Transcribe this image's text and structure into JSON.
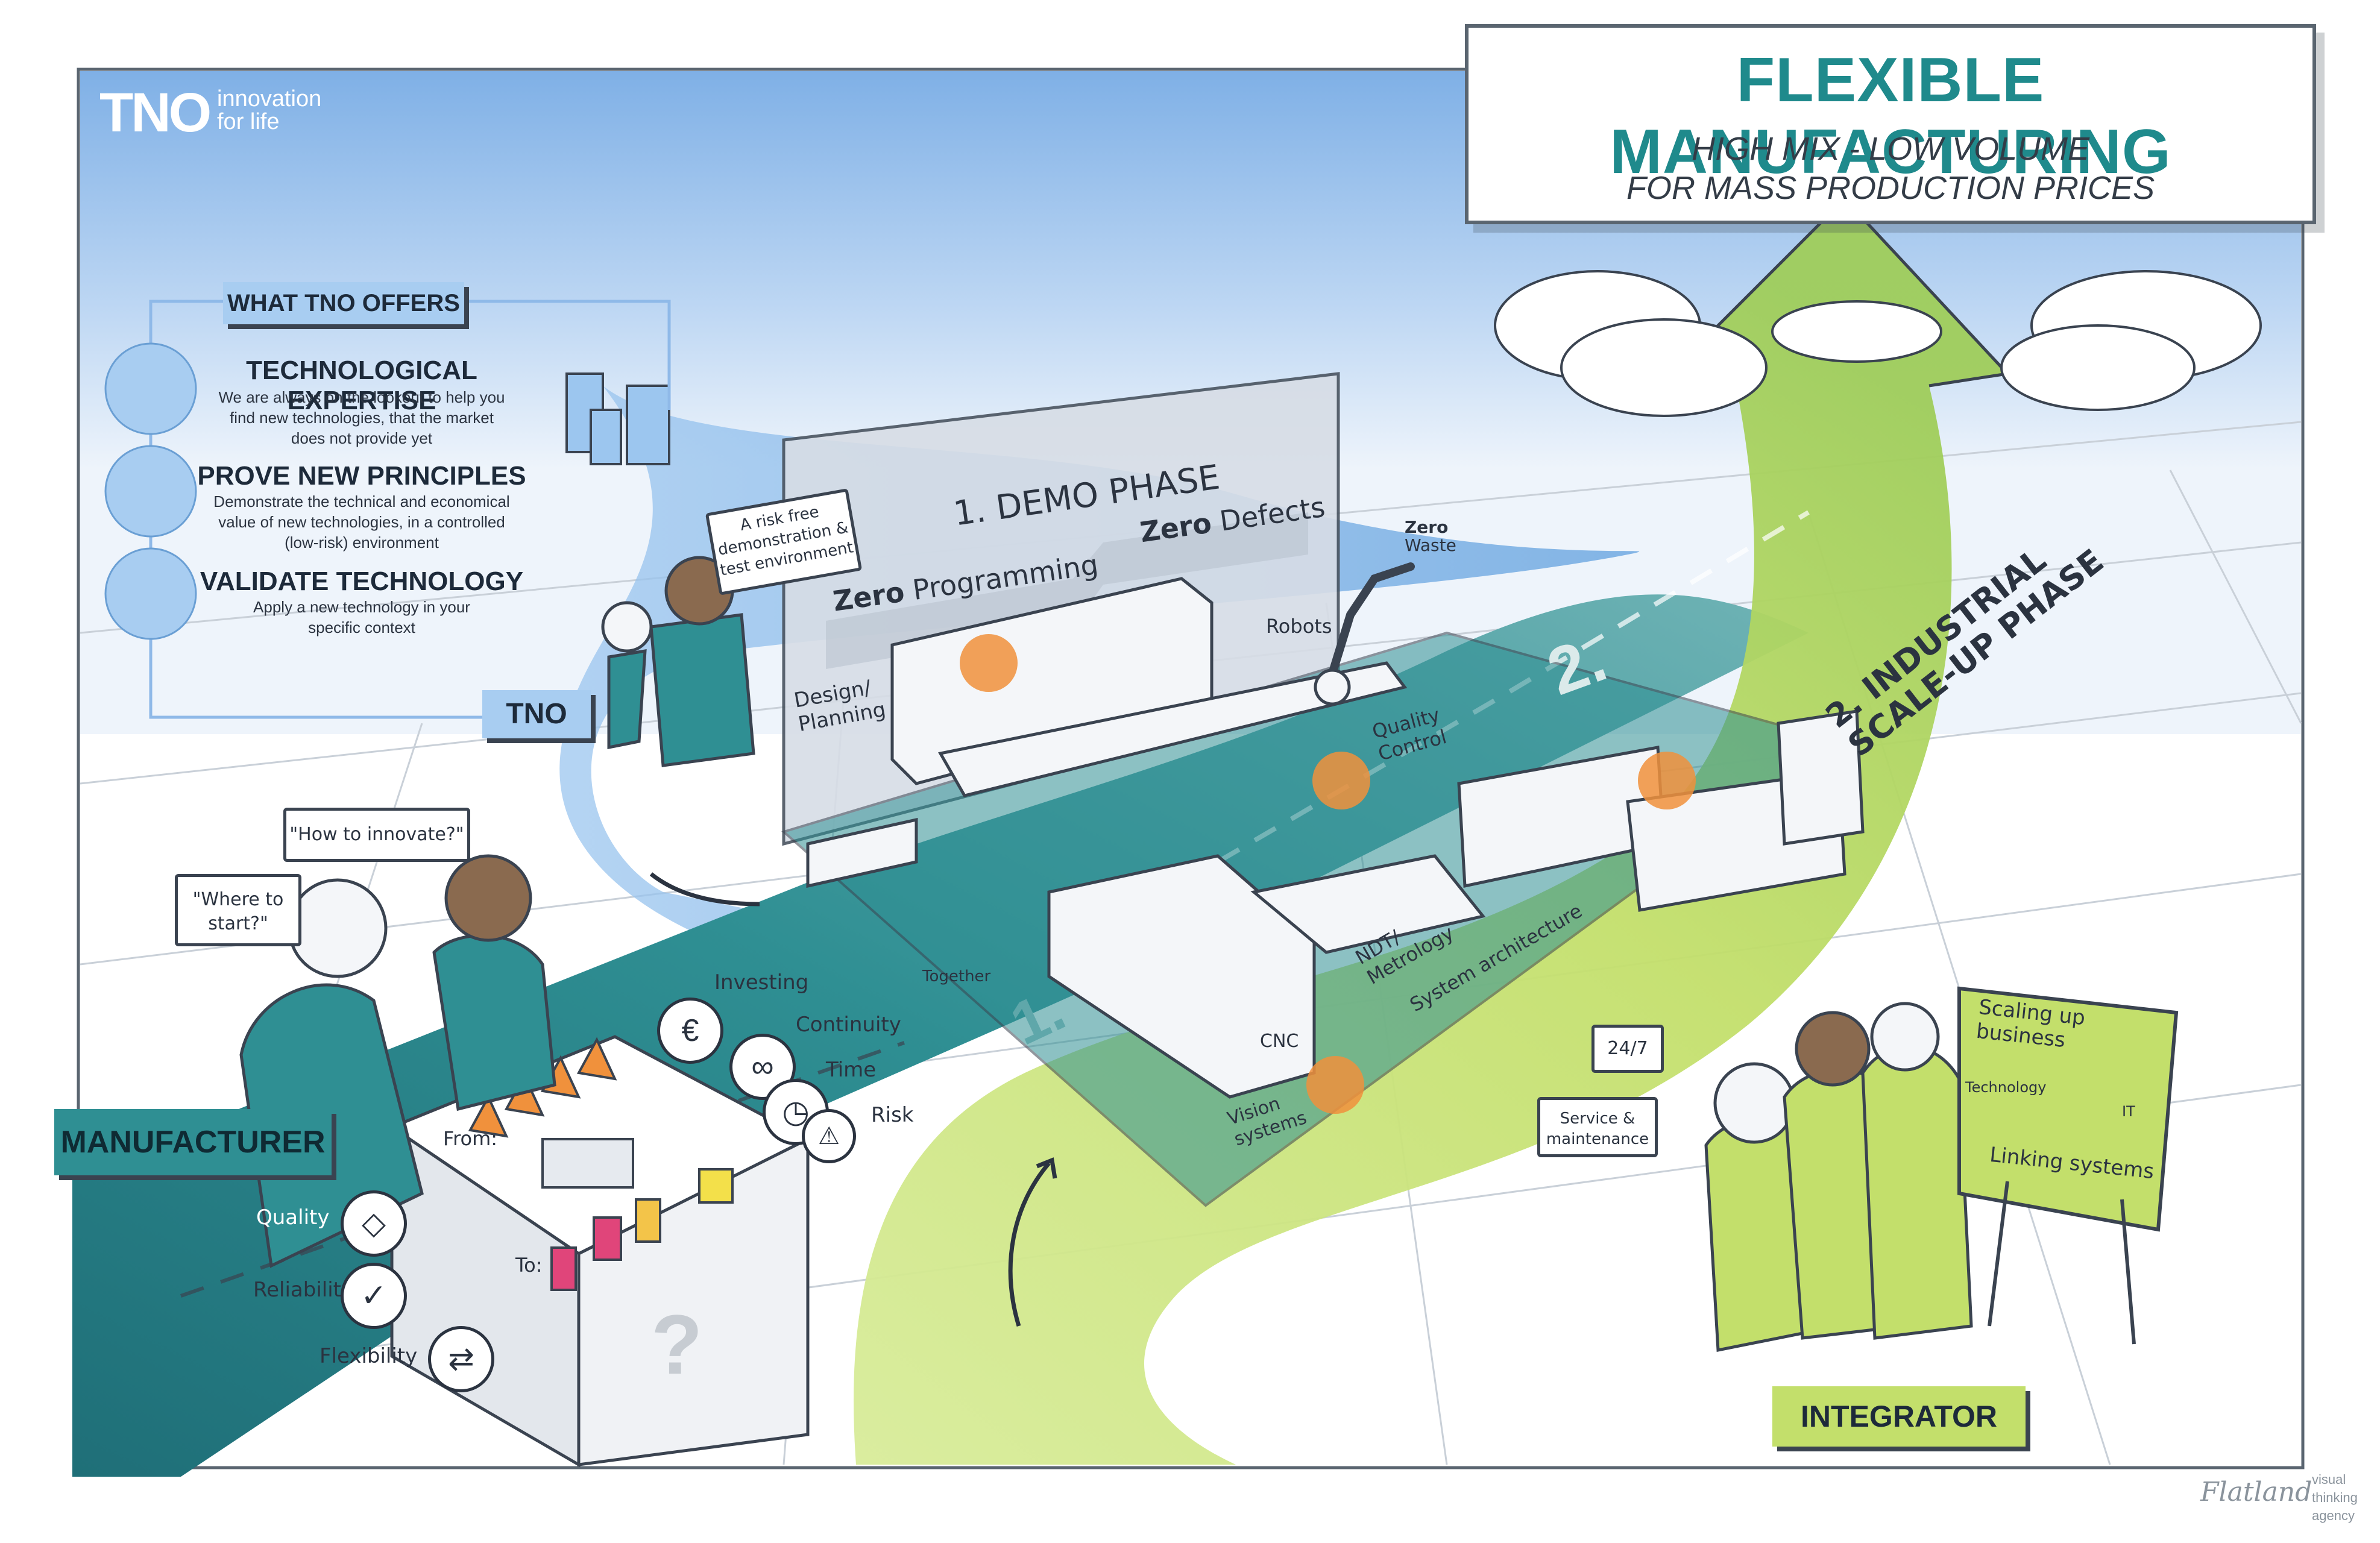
{
  "logo": {
    "brand": "TNO",
    "tagline_line1": "innovation",
    "tagline_line2": "for life"
  },
  "title": {
    "main": "FLEXIBLE MANUFACTURING",
    "line1": "HIGH MIX - LOW VOLUME",
    "line2": "FOR MASS PRODUCTION PRICES"
  },
  "offers": {
    "heading": "WHAT TNO OFFERS",
    "items": [
      {
        "title": "TECHNOLOGICAL EXPERTISE",
        "lines": [
          "We are always on the lookout to help you",
          "find new technologies, that the market",
          "does not provide yet"
        ]
      },
      {
        "title": "PROVE NEW PRINCIPLES",
        "lines": [
          "Demonstrate the technical and economical",
          "value of new technologies, in a controlled",
          "(low-risk) environment"
        ]
      },
      {
        "title": "VALIDATE TECHNOLOGY",
        "lines": [
          "Apply a new technology in your",
          "specific context"
        ]
      }
    ]
  },
  "actors": {
    "tno": "TNO",
    "manufacturer": "MANUFACTURER",
    "integrator": "INTEGRATOR"
  },
  "demo": {
    "phase": "1. DEMO PHASE",
    "zero_programming_bold": "Zero",
    "zero_programming_rest": "Programming",
    "zero_defects_bold": "Zero",
    "zero_defects_rest": "Defects",
    "risk_note": [
      "A risk free",
      "demonstration &",
      "test environment"
    ],
    "zero_waste_bold": "Zero",
    "zero_waste_rest": "Waste"
  },
  "scaleup": {
    "line1": "2. INDUSTRIAL",
    "line2": "SCALE-UP PHASE"
  },
  "path_numbers": {
    "one": "1.",
    "two": "2."
  },
  "factory_labels": {
    "design": [
      "Design/",
      "Planning"
    ],
    "robots": "Robots",
    "quality_control": [
      "Quality",
      "Control"
    ],
    "ndt": [
      "NDT/",
      "Metrology"
    ],
    "system_architecture": "System architecture",
    "cnc": "CNC",
    "vision": [
      "Vision",
      "systems"
    ],
    "together": "Together"
  },
  "questions": {
    "how": "\"How to innovate?\"",
    "where": [
      "\"Where to",
      "start?\""
    ]
  },
  "concerns": [
    {
      "label": "Investing",
      "icon": "euro-icon",
      "glyph": "€"
    },
    {
      "label": "Continuity",
      "icon": "infinity-icon",
      "glyph": "∞"
    },
    {
      "label": "Time",
      "icon": "clock-icon",
      "glyph": "◷"
    },
    {
      "label": "Risk",
      "icon": "risk-icon",
      "glyph": "⚠"
    }
  ],
  "qualities": [
    {
      "label": "Quality",
      "icon": "diamond-icon",
      "glyph": "◇"
    },
    {
      "label": "Reliability",
      "icon": "checkmark-icon",
      "glyph": "✓"
    },
    {
      "label": "Flexibility",
      "icon": "swap-arrows-icon",
      "glyph": "⇄"
    }
  ],
  "table": {
    "from": "From:",
    "to": "To:",
    "mystery": "?"
  },
  "service": {
    "hours": "24",
    "days": "7",
    "label": [
      "Service &",
      "maintenance"
    ]
  },
  "board": {
    "scaling": [
      "Scaling up",
      "business"
    ],
    "technology": "Technology",
    "it": "IT",
    "linking": "Linking systems"
  },
  "credit": {
    "signature": "Flatland",
    "agency": [
      "visual",
      "thinking",
      "agency"
    ]
  },
  "colors": {
    "teal": "#2f8f93",
    "teal_dark": "#1f6f78",
    "lime": "#c3df6b",
    "sky": "#bcd6f3",
    "accent_orange": "#f0913c",
    "title_teal": "#1f8a8c"
  }
}
